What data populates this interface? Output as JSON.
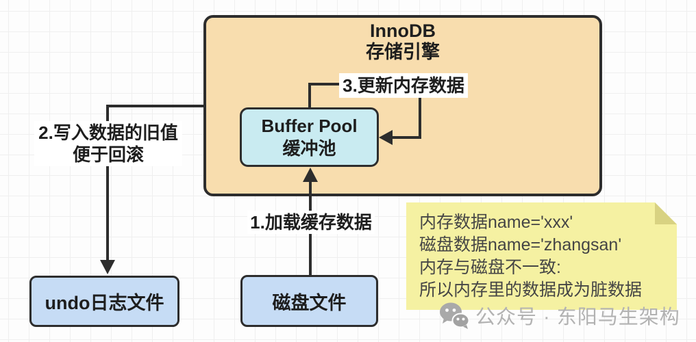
{
  "colors": {
    "canvas-bg": "#fdfdfd",
    "grid-line": "#efefef",
    "engine-fill": "#f8ddae",
    "buffer-fill": "#c9ebf1",
    "file-fill": "#c6dcf5",
    "note-fill": "#f5f1a2",
    "note-fold": "#d8d282",
    "stroke": "#2d2d2d",
    "text": "#1e1e1e",
    "label-bg": "#ffffff",
    "watermark": "#b2b2b2"
  },
  "engine": {
    "title_line1": "InnoDB",
    "title_line2": "存储引擎"
  },
  "buffer_pool": {
    "title_line1": "Buffer Pool",
    "title_line2": "缓冲池"
  },
  "files": {
    "undo_label": "undo日志文件",
    "disk_label": "磁盘文件"
  },
  "steps": {
    "load": "1.加载缓存数据",
    "write_line1": "2.写入数据的旧值",
    "write_line2": "便于回滚",
    "update": "3.更新内存数据"
  },
  "note": {
    "lines": [
      "内存数据name='xxx'",
      "磁盘数据name='zhangsan'",
      "内存与磁盘不一致:",
      "所以内存里的数据成为脏数据"
    ]
  },
  "watermark": {
    "label": "公众号 · 东阳马生架构"
  }
}
